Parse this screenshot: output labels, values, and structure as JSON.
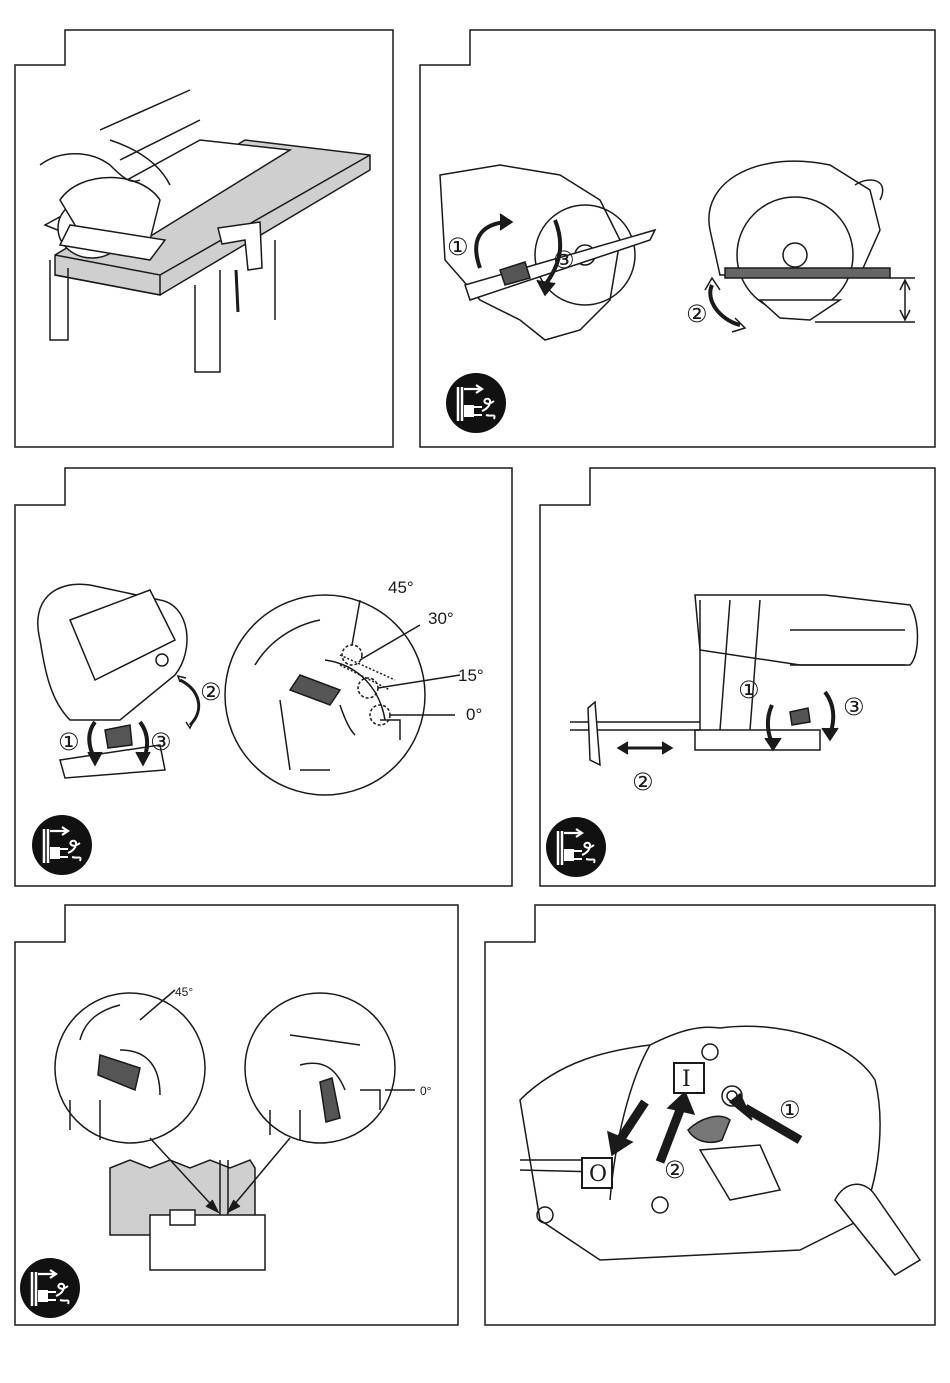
{
  "panels": {
    "p1": {},
    "p2": {
      "steps": [
        "①",
        "②",
        "③"
      ]
    },
    "p3": {
      "steps": [
        "①",
        "②",
        "③"
      ],
      "angles": [
        "45°",
        "30°",
        "15°",
        "0°"
      ]
    },
    "p4": {
      "steps": [
        "①",
        "②",
        "③"
      ]
    },
    "p5": {
      "angles": [
        "45°",
        "0°"
      ]
    },
    "p6": {
      "steps": [
        "①",
        "②"
      ],
      "switch_on": "I",
      "switch_off": "O"
    }
  },
  "icons": [
    "unplug-icon"
  ],
  "colors": {
    "line": "#1a1a1a",
    "panel_border": "#1a1a1a",
    "gray_fill": "#cfcfcf",
    "icon_bg": "#111111"
  }
}
